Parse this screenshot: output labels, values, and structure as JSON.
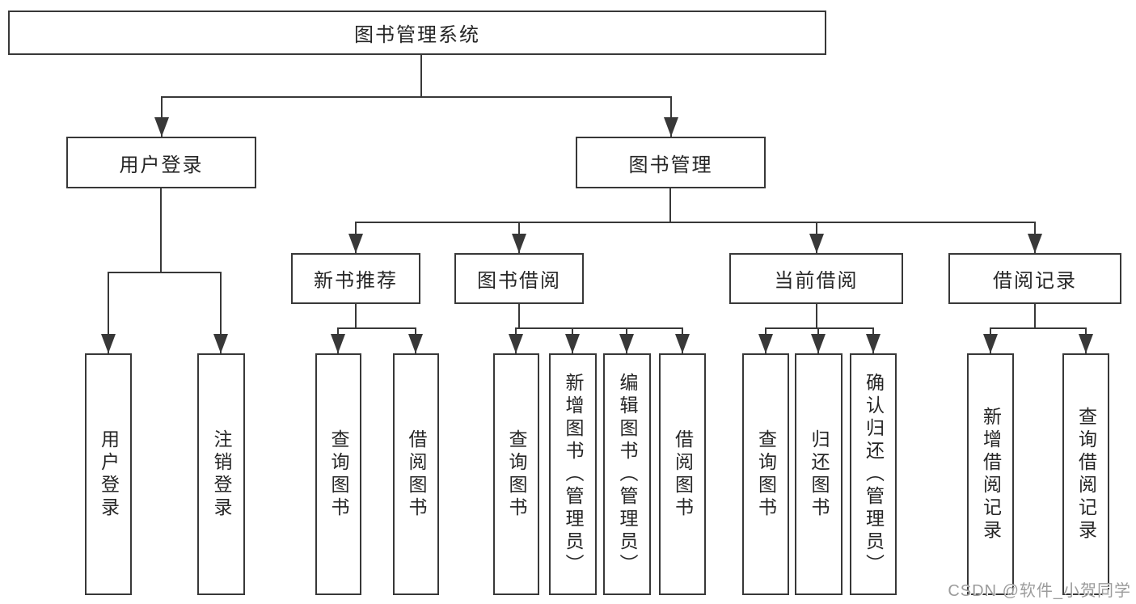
{
  "diagram_title": "图书管理系统",
  "nodes": {
    "root": {
      "label": "图书管理系统"
    },
    "level2": [
      {
        "id": "user-login",
        "label": "用户登录"
      },
      {
        "id": "book-management",
        "label": "图书管理"
      }
    ],
    "level3": [
      {
        "id": "new-book-recommend",
        "label": "新书推荐"
      },
      {
        "id": "book-borrowing",
        "label": "图书借阅"
      },
      {
        "id": "current-borrowing",
        "label": "当前借阅"
      },
      {
        "id": "borrowing-records",
        "label": "借阅记录"
      }
    ],
    "leaves": {
      "userLogin": [
        {
          "label": "用户登录"
        },
        {
          "label": "注销登录"
        }
      ],
      "newBookRecommend": [
        {
          "label": "查询图书"
        },
        {
          "label": "借阅图书"
        }
      ],
      "bookBorrowing": [
        {
          "label": "查询图书"
        },
        {
          "label": "新增图书（管理员）"
        },
        {
          "label": "编辑图书（管理员）"
        },
        {
          "label": "借阅图书"
        }
      ],
      "currentBorrowing": [
        {
          "label": "查询图书"
        },
        {
          "label": "归还图书"
        },
        {
          "label": "确认归还（管理员）"
        }
      ],
      "borrowingRecords": [
        {
          "label": "新增借阅记录"
        },
        {
          "label": "查询借阅记录"
        }
      ]
    }
  },
  "watermark": {
    "text": "CSDN @软件_小贺同学"
  },
  "colors": {
    "line": "#383838",
    "box_border": "#383838",
    "box_fill": "#ffffff",
    "text": "#262626",
    "watermark": "#9c9c9c",
    "background": "#ffffff"
  }
}
